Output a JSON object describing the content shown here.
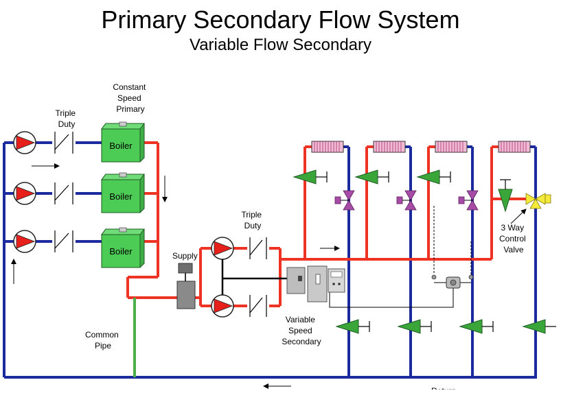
{
  "title": "Primary Secondary Flow System",
  "subtitle": "Variable Flow Secondary",
  "labels": {
    "triple_duty_left": [
      "Triple",
      "Duty"
    ],
    "constant_speed_primary": [
      "Constant",
      "Speed",
      "Primary"
    ],
    "triple_duty_mid": [
      "Triple",
      "Duty"
    ],
    "supply": "Supply",
    "variable_speed_secondary": [
      "Variable",
      "Speed",
      "Secondary"
    ],
    "common_pipe": [
      "Common",
      "Pipe"
    ],
    "three_way_valve": [
      "3 Way",
      "Control",
      "Valve"
    ],
    "return": "Return"
  },
  "boilers": [
    "Boiler",
    "Boiler",
    "Boiler"
  ],
  "colors": {
    "supply_pipe": "#ee3324",
    "return_pipe": "#1b2a9c",
    "common_pipe": "#4cae4c",
    "boiler": "#4ccc55",
    "pump": "#e8201c",
    "balancing_valve": "#3aa63a",
    "two_way_valve": "#a64ca6",
    "three_way_valve": "#f4ea3a",
    "coil": "#e8a0c8"
  }
}
